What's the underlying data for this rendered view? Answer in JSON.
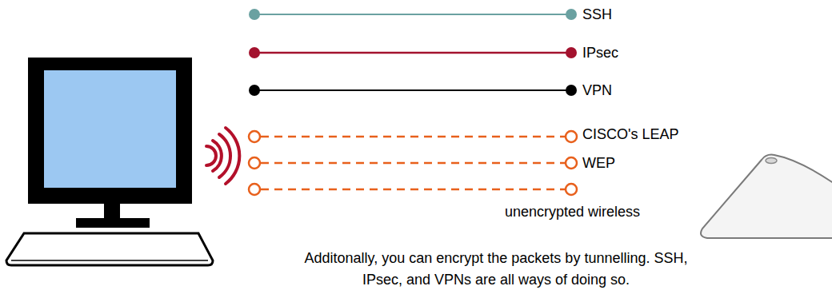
{
  "diagram": {
    "caption": "Additonally, you can encrypt the packets by tunnelling. SSH, IPsec, and VPNs are all ways of doing so.",
    "labels": [
      "SSH",
      "IPsec",
      "VPN",
      "CISCO's LEAP",
      "WEP",
      "unencrypted wireless"
    ]
  }
}
